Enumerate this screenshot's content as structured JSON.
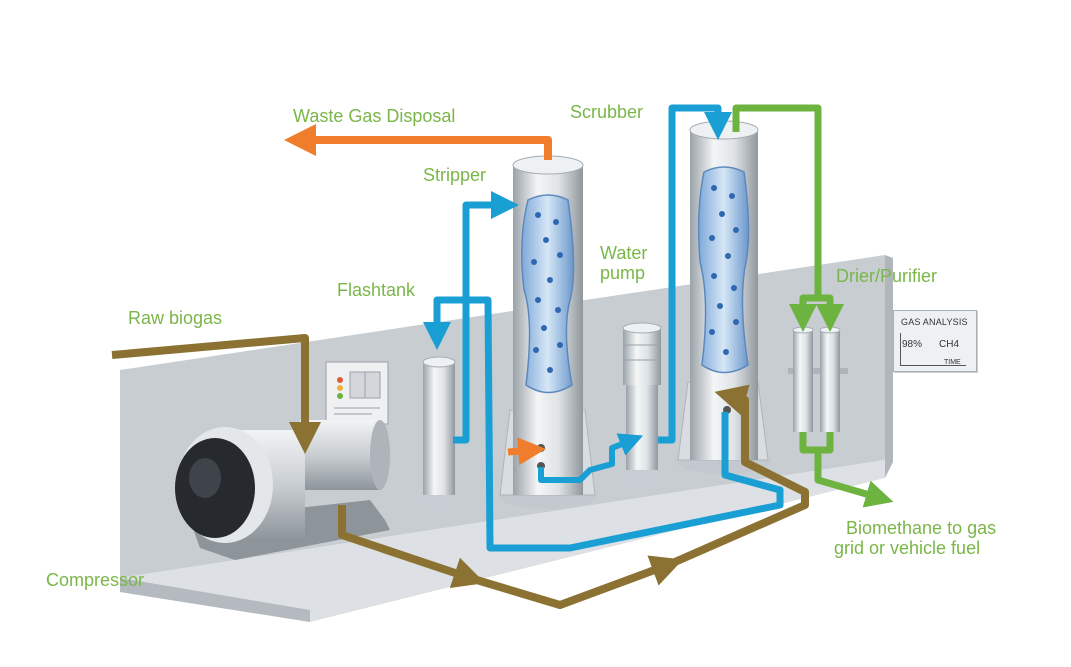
{
  "labels": {
    "waste_gas": "Waste Gas Disposal",
    "scrubber": "Scrubber",
    "stripper": "Stripper",
    "water_pump_line1": "Water",
    "water_pump_line2": "pump",
    "flashtank": "Flashtank",
    "drier": "Drier/Purifier",
    "raw_biogas": "Raw biogas",
    "compressor": "Compressor",
    "biomethane_line1": "Biomethane to gas",
    "biomethane_line2": "grid or vehicle fuel"
  },
  "gas_analysis": {
    "title": "GAS ANALYSIS",
    "value": "98%",
    "unit": "CH4",
    "axis": "TIME"
  },
  "colors": {
    "label_green": "#7ab648",
    "water_blue": "#1a9fd4",
    "gas_brown": "#8b7232",
    "waste_orange": "#ef7d2c",
    "biomethane_green": "#6db33f",
    "room_wall": "#c8cdd2",
    "room_floor": "#dde1e5"
  }
}
